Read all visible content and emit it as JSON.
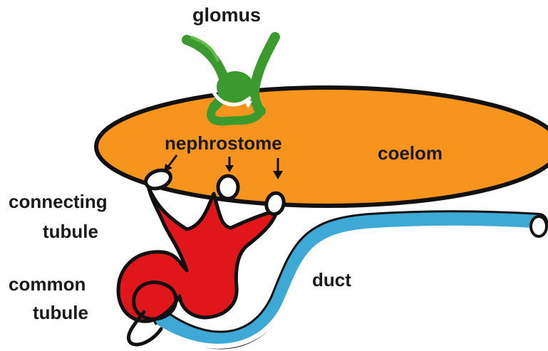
{
  "labels": {
    "glomus": "glomus",
    "nephrostome": "nephrostome",
    "coelom": "coelom",
    "connecting_tubule_line1": "connecting",
    "connecting_tubule_line2": "tubule",
    "common_tubule_line1": "common",
    "common_tubule_line2": "tubule",
    "duct": "duct"
  },
  "colors": {
    "coelom_fill": "#f7941d",
    "outline": "#111111",
    "glomus_green": "#3a9a2e",
    "tubule_red": "#e0161b",
    "duct_blue": "#3ea9d6",
    "opening_white": "#ffffff"
  }
}
